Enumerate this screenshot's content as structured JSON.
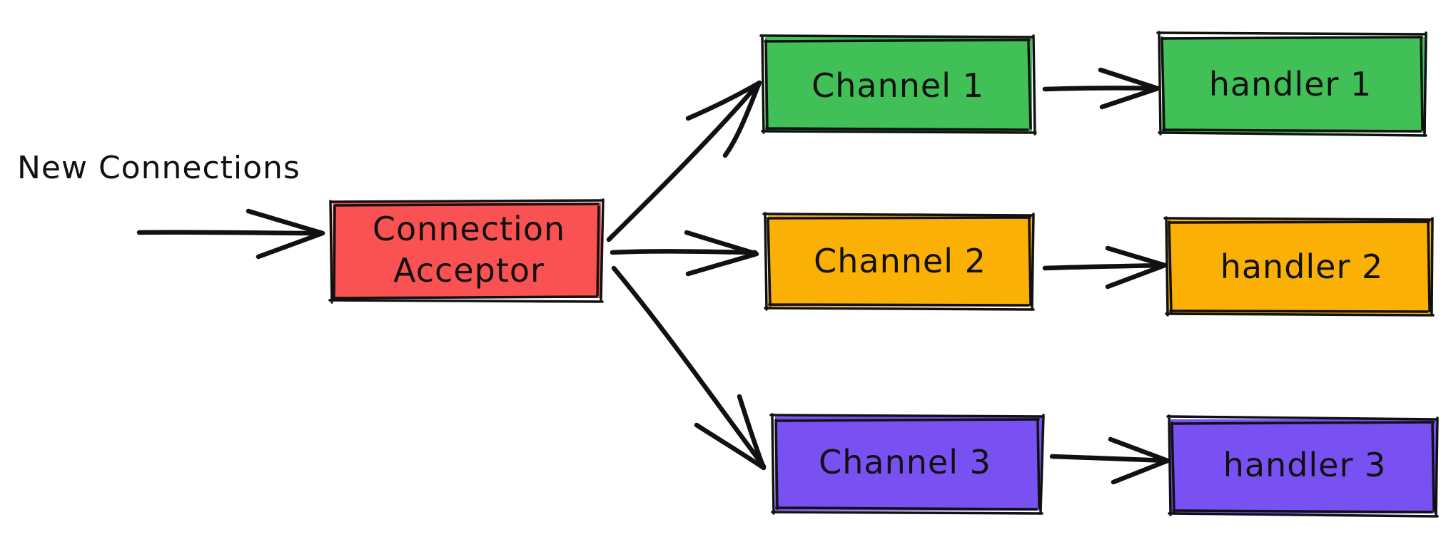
{
  "diagram": {
    "title": "",
    "input_label": "New Connections",
    "acceptor": {
      "label_line1": "Connection",
      "label_line2": "Acceptor",
      "color": "#FA5252"
    },
    "channels": [
      {
        "label": "Channel 1",
        "color": "#40C057"
      },
      {
        "label": "Channel 2",
        "color": "#FAB005"
      },
      {
        "label": "Channel 3",
        "color": "#7950F2"
      }
    ],
    "handlers": [
      {
        "label": "handler 1",
        "color": "#40C057"
      },
      {
        "label": "handler 2",
        "color": "#FAB005"
      },
      {
        "label": "handler 3",
        "color": "#7950F2"
      }
    ],
    "edges": [
      {
        "from": "input",
        "to": "acceptor"
      },
      {
        "from": "acceptor",
        "to": "channel-1"
      },
      {
        "from": "acceptor",
        "to": "channel-2"
      },
      {
        "from": "acceptor",
        "to": "channel-3"
      },
      {
        "from": "channel-1",
        "to": "handler-1"
      },
      {
        "from": "channel-2",
        "to": "handler-2"
      },
      {
        "from": "channel-3",
        "to": "handler-3"
      }
    ]
  }
}
